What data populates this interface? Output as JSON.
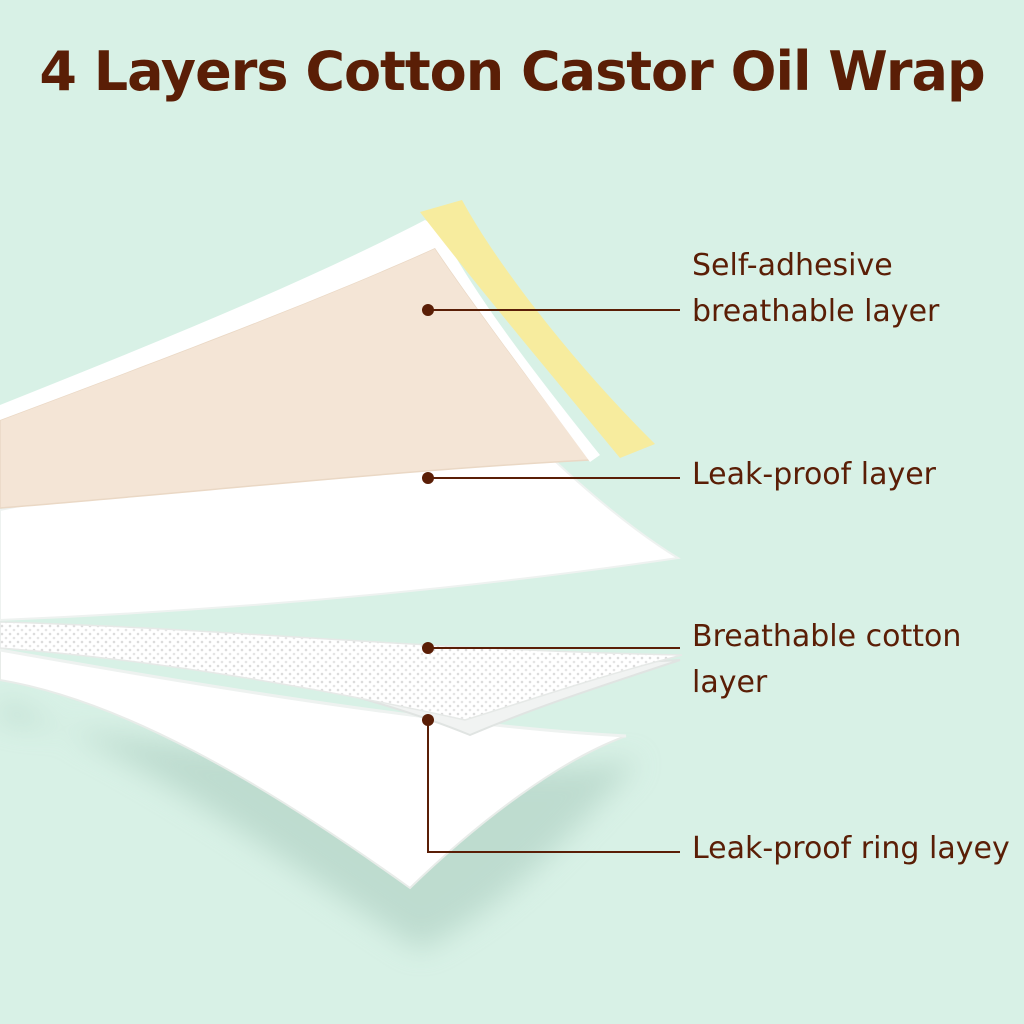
{
  "title": "4 Layers Cotton Castor Oil Wrap",
  "colors": {
    "background": "#d8f1e6",
    "text": "#5a1e06",
    "adhesive_strip": "#f7ec9e",
    "tan_layer": "#f4e5d6",
    "white_layer": "#ffffff"
  },
  "layers": [
    {
      "line1": "Self-adhesive",
      "line2": "breathable layer"
    },
    {
      "line1": "Leak-proof layer",
      "line2": ""
    },
    {
      "line1": "Breathable cotton",
      "line2": "layer"
    },
    {
      "line1": "Leak-proof ring layey",
      "line2": ""
    }
  ]
}
